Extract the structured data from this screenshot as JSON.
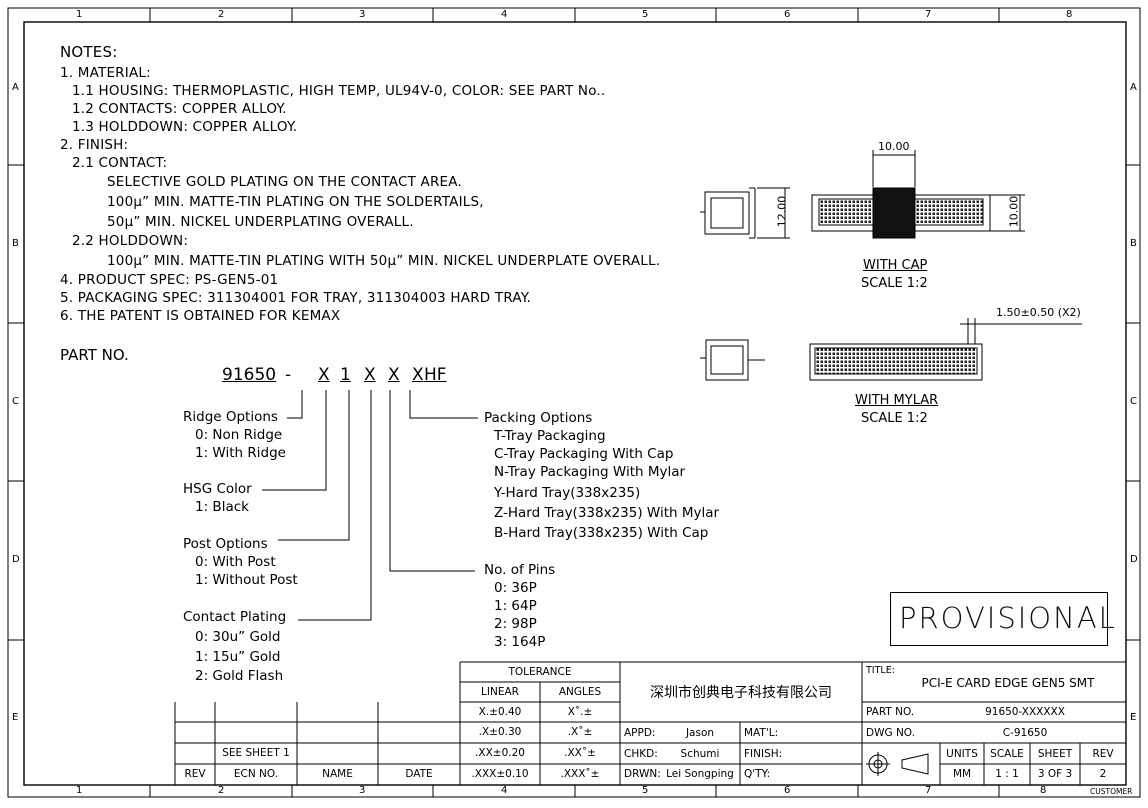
{
  "frame": {
    "cols": [
      "1",
      "2",
      "3",
      "4",
      "5",
      "6",
      "7",
      "8"
    ],
    "rows": [
      "A",
      "B",
      "C",
      "D",
      "E"
    ]
  },
  "notes": {
    "heading": "NOTES:",
    "lines": [
      "1. MATERIAL:",
      "1.1 HOUSING: THERMOPLASTIC, HIGH TEMP, UL94V-0, COLOR: SEE PART No..",
      "1.2 CONTACTS: COPPER ALLOY.",
      "1.3 HOLDDOWN: COPPER ALLOY.",
      "2. FINISH:",
      "2.1 CONTACT:",
      "SELECTIVE GOLD PLATING ON THE CONTACT AREA.",
      "100μ” MIN. MATTE-TIN PLATING ON THE SOLDERTAILS,",
      "50μ” MIN. NICKEL UNDERPLATING OVERALL.",
      "2.2 HOLDDOWN:",
      "100μ” MIN. MATTE-TIN PLATING WITH 50μ” MIN. NICKEL UNDERPLATE OVERALL.",
      "4. PRODUCT SPEC: PS-GEN5-01",
      "5. PACKAGING SPEC: 311304001 FOR TRAY, 311304003 HARD TRAY.",
      "6. THE PATENT IS OBTAINED FOR KEMAX"
    ]
  },
  "part_no": {
    "label": "PART NO.",
    "base": "91650",
    "dash": "-",
    "code": [
      "X",
      "1",
      "X",
      "X",
      "X",
      "HF"
    ],
    "ridge": {
      "title": "Ridge Options",
      "items": [
        "0: Non Ridge",
        "1: With Ridge"
      ]
    },
    "hsg": {
      "title": "HSG Color",
      "items": [
        "1: Black"
      ]
    },
    "post": {
      "title": "Post Options",
      "items": [
        "0: With Post",
        "1: Without Post"
      ]
    },
    "plating": {
      "title": "Contact Plating",
      "items": [
        "0: 30u” Gold",
        "1: 15u” Gold",
        "2: Gold Flash"
      ]
    },
    "packing": {
      "title": "Packing Options",
      "items": [
        "T-Tray Packaging",
        "C-Tray Packaging With Cap",
        "N-Tray Packaging With Mylar",
        "Y-Hard Tray(338x235)",
        "Z-Hard Tray(338x235) With Mylar",
        "B-Hard Tray(338x235) With Cap"
      ]
    },
    "pins": {
      "title": "No. of Pins",
      "items": [
        "0: 36P",
        "1: 64P",
        "2: 98P",
        "3: 164P"
      ]
    }
  },
  "views": {
    "cap_label": "WITH CAP",
    "cap_scale": "SCALE 1:2",
    "mylar_label": "WITH MYLAR",
    "mylar_scale": "SCALE 1:2",
    "dim_10_top": "10.00",
    "dim_12": "12.00",
    "dim_10_side": "10.00",
    "dim_150": "1.50±0.50 (X2)"
  },
  "stamp": "PROVISIONAL",
  "title_block": {
    "tolerance": "TOLERANCE",
    "linear": "LINEAR",
    "angles": "ANGLES",
    "tol_rows": [
      [
        "X.±0.40",
        "X˚.±"
      ],
      [
        ".X±0.30",
        ".X˚±"
      ],
      [
        ".XX±0.20",
        ".XX˚±"
      ],
      [
        ".XXX±0.10",
        ".XXX˚±"
      ]
    ],
    "company": "深圳市创典电子科技有限公司",
    "appd_label": "APPD:",
    "appd": "Jason",
    "chkd_label": "CHKD:",
    "chkd": "Schumi",
    "drwn_label": "DRWN:",
    "drwn": "Lei Songping",
    "matl": "MAT'L:",
    "finish": "FINISH:",
    "qty": "Q'TY:",
    "title_label": "TITLE:",
    "title": "PCI-E CARD EDGE GEN5 SMT",
    "partno_label": "PART NO.",
    "partno": "91650-XXXXXX",
    "dwgno_label": "DWG NO.",
    "dwgno": "C-91650",
    "units_label": "UNITS",
    "units": "MM",
    "scale_label": "SCALE",
    "scale": "1 : 1",
    "sheet_label": "SHEET",
    "sheet": "3 OF 3",
    "rev_label": "REV",
    "rev": "2",
    "see_sheet": "SEE SHEET 1",
    "rev_col": "REV",
    "ecn_col": "ECN NO.",
    "name_col": "NAME",
    "date_col": "DATE",
    "customer": "CUSTOMER"
  }
}
